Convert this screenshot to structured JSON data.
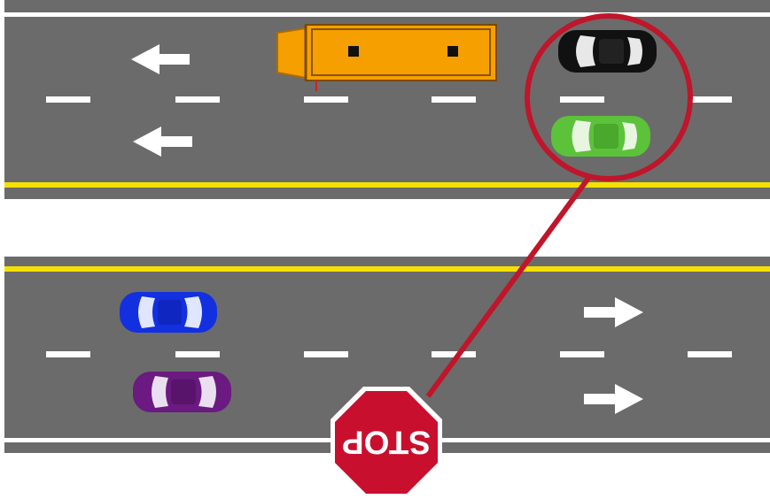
{
  "scene": {
    "sign": {
      "text": "STOP",
      "color": "#c8102e",
      "border": "#ffffff",
      "orientation": "upside-down"
    },
    "highlight": {
      "color": "#c0152a",
      "encircles": [
        "black-car",
        "green-car"
      ]
    },
    "colors": {
      "road": "#6b6b6b",
      "median": "#ffffff",
      "center_line": "#f5e100",
      "lane_dash": "#ffffff",
      "bus": "#f5a000",
      "car_black": "#111111",
      "car_green": "#5cc23a",
      "car_blue": "#1230e0",
      "car_purple": "#6a1a80"
    },
    "top_road": {
      "direction": "left",
      "arrows": 2,
      "vehicles": [
        "school-bus",
        "black-car",
        "green-car"
      ]
    },
    "bottom_road": {
      "direction": "right",
      "arrows": 2,
      "vehicles": [
        "blue-car",
        "purple-car"
      ]
    }
  }
}
